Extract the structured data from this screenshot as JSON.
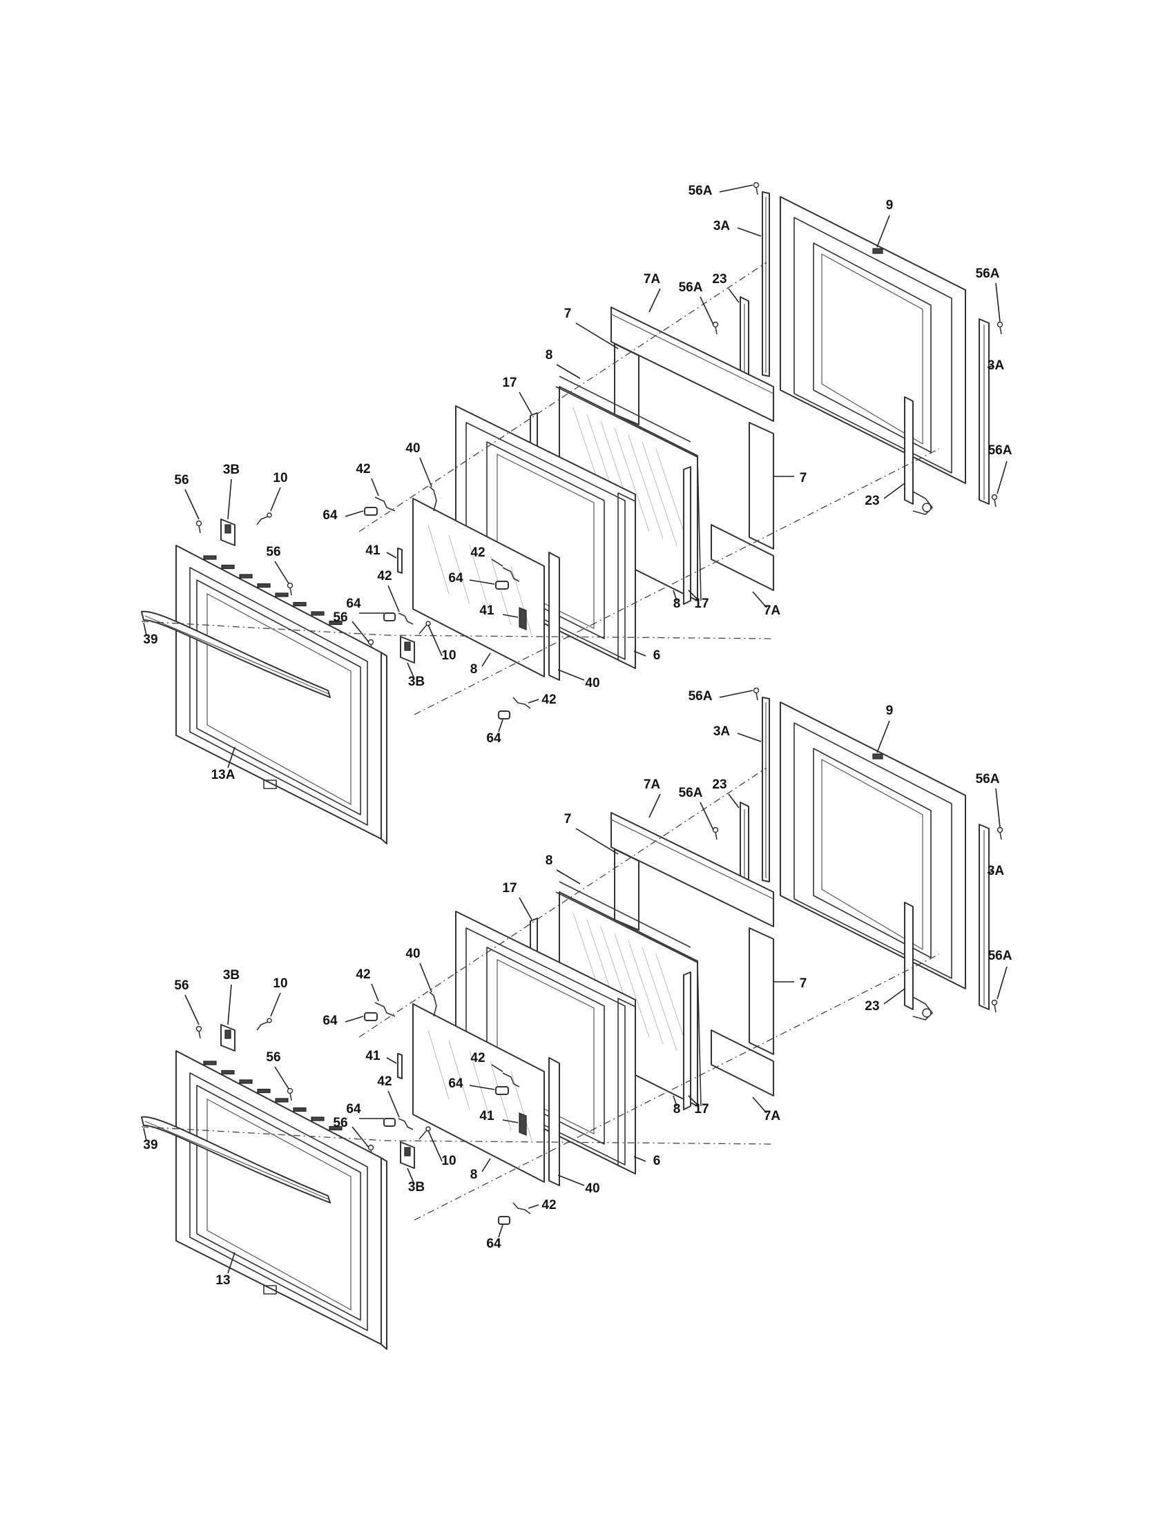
{
  "assemblies": [
    {
      "id": "upper",
      "callouts": {
        "c56A_top": "56A",
        "c9": "9",
        "c3A_top": "3A",
        "c7A_top": "7A",
        "c56A_mid": "56A",
        "c23_top": "23",
        "c56A_right": "56A",
        "c7_top": "7",
        "c3A_right": "3A",
        "c8_top": "8",
        "c17_top": "17",
        "c56A_low": "56A",
        "c40_top": "40",
        "c7_right": "7",
        "c23_bot": "23",
        "c42_a": "42",
        "c3B_top": "3B",
        "c10_top": "10",
        "c56_a": "56",
        "c64_a": "64",
        "c41_a": "41",
        "c56_b": "56",
        "c42_b": "42",
        "c64_b": "64",
        "c42_c": "42",
        "c64_c": "64",
        "c8_mid": "8",
        "c17_bot": "17",
        "c7A_bot": "7A",
        "c56_c": "56",
        "c41_b": "41",
        "c39": "39",
        "c10_bot": "10",
        "c6": "6",
        "c8_bot": "8",
        "c40_bot": "40",
        "c3B_bot": "3B",
        "c42_d": "42",
        "c64_d": "64",
        "c13": "13A"
      }
    },
    {
      "id": "lower",
      "callouts": {
        "c56A_top": "56A",
        "c9": "9",
        "c3A_top": "3A",
        "c7A_top": "7A",
        "c56A_mid": "56A",
        "c23_top": "23",
        "c56A_right": "56A",
        "c7_top": "7",
        "c3A_right": "3A",
        "c8_top": "8",
        "c17_top": "17",
        "c56A_low": "56A",
        "c40_top": "40",
        "c7_right": "7",
        "c23_bot": "23",
        "c42_a": "42",
        "c3B_top": "3B",
        "c10_top": "10",
        "c56_a": "56",
        "c64_a": "64",
        "c41_a": "41",
        "c56_b": "56",
        "c42_b": "42",
        "c64_b": "64",
        "c42_c": "42",
        "c64_c": "64",
        "c8_mid": "8",
        "c17_bot": "17",
        "c7A_bot": "7A",
        "c56_c": "56",
        "c41_b": "41",
        "c39": "39",
        "c10_bot": "10",
        "c6": "6",
        "c8_bot": "8",
        "c40_bot": "40",
        "c3B_bot": "3B",
        "c42_d": "42",
        "c64_d": "64",
        "c13": "13"
      }
    }
  ]
}
